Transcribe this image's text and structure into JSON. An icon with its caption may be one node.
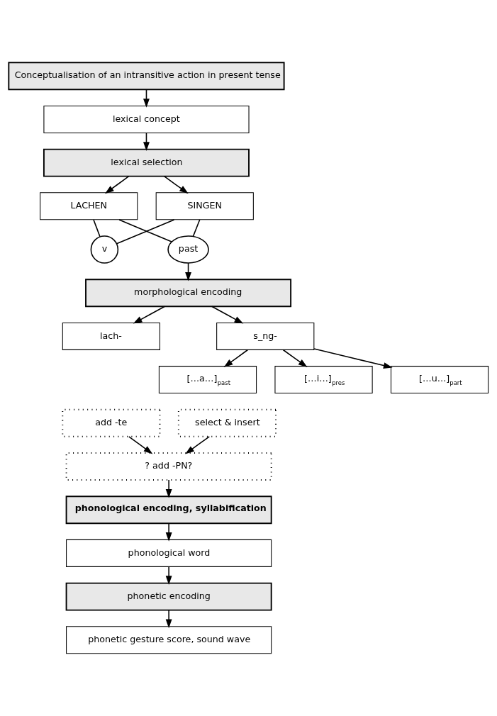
{
  "diagram": {
    "nodes": [
      {
        "text": [
          "Conceptualisation of an intransitive action in present tense"
        ]
      },
      {
        "text": [
          "lexical concept"
        ]
      },
      {
        "text": [
          "lexical selection"
        ]
      },
      {
        "text": [
          "LACHEN"
        ]
      },
      {
        "text": [
          "v"
        ]
      },
      {
        "text": [
          "SINGEN"
        ]
      },
      {
        "text": [
          "past"
        ]
      },
      {
        "text": [
          "morphological encoding"
        ]
      },
      {
        "text": [
          "lach-"
        ]
      },
      {
        "text": [
          "s_ng-"
        ]
      },
      {
        "text": [
          "[…a…]$_{past}$"
        ]
      },
      {
        "text": [
          "[…i…]$_{pres}$"
        ]
      },
      {
        "text": [
          "[…u…]$_{part}$"
        ]
      },
      {
        "text": [
          "add -te"
        ]
      },
      {
        "text": [
          "select & insert"
        ]
      },
      {
        "text": [
          "? add -PN?"
        ]
      },
      {
        "text": [
          "phonological encoding, syllabification"
        ]
      },
      {
        "text": [
          "phonological word"
        ]
      },
      {
        "text": [
          "phonetic encoding"
        ]
      },
      {
        "text": [
          "phonetic gesture score, sound wave"
        ]
      }
    ],
    "edges": [
      {
        "from": 0,
        "to": 1,
        "arrow": "to"
      },
      {
        "from": 1,
        "to": 2,
        "arrow": "to"
      },
      {
        "from": 2,
        "to": 3,
        "arrow": "to"
      },
      {
        "from": 2,
        "to": 5,
        "arrow": "to"
      },
      {
        "from": 3,
        "to": 4,
        "arrow": "none"
      },
      {
        "from": 4,
        "to": 5,
        "arrow": "none"
      },
      {
        "from": 3,
        "to": 6,
        "arrow": "none"
      },
      {
        "from": 6,
        "to": 5,
        "arrow": "none"
      },
      {
        "from": 6,
        "to": 7,
        "arrow": "to"
      },
      {
        "from": 7,
        "to": 8,
        "arrow": "to"
      },
      {
        "from": 7,
        "to": 9,
        "arrow": "to"
      },
      {
        "from": 9,
        "to": 10,
        "arrow": "to"
      },
      {
        "from": 9,
        "to": 11,
        "arrow": "to"
      },
      {
        "from": 9,
        "to": 12,
        "arrow": "to"
      },
      {
        "from": 13,
        "to": 15,
        "arrow": "to"
      },
      {
        "from": 14,
        "to": 15,
        "arrow": "to"
      },
      {
        "from": 15,
        "to": 16,
        "arrow": "to"
      },
      {
        "from": 16,
        "to": 17,
        "arrow": "to"
      },
      {
        "from": 17,
        "to": 18,
        "arrow": "to"
      },
      {
        "from": 18,
        "to": 19,
        "arrow": "to"
      }
    ]
  }
}
